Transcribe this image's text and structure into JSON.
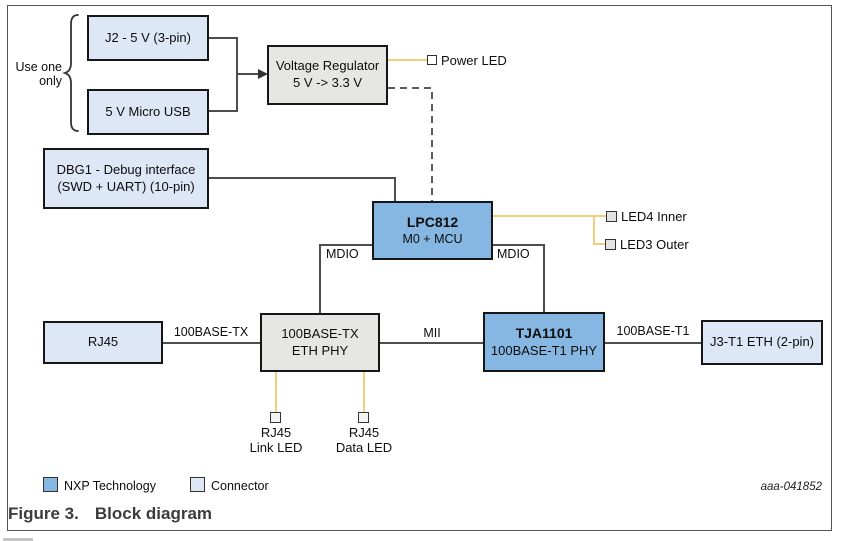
{
  "figure": {
    "caption_label": "Figure 3.",
    "caption_title": "Block diagram",
    "figure_id": "aaa-041852"
  },
  "colors": {
    "nxp_blue": "#85B7E2",
    "connector_blue": "#DDE7F5",
    "block_gray": "#E6E6E4",
    "wire_yellow": "#F0CE7B",
    "wire_gray": "#4D4D4D"
  },
  "power": {
    "use_one_line1": "Use one",
    "use_one_line2": "only",
    "j2_label": "J2 - 5 V (3-pin)",
    "usb_label": "5 V Micro USB",
    "vreg_line1": "Voltage Regulator",
    "vreg_line2": "5 V -> 3.3 V",
    "power_led_label": "Power LED"
  },
  "mcu": {
    "debug_line1": "DBG1 - Debug interface",
    "debug_line2": "(SWD + UART) (10-pin)",
    "lpc_line1": "LPC812",
    "lpc_line2": "M0 + MCU",
    "led4_label": "LED4 Inner",
    "led3_label": "LED3 Outer",
    "mdio_left": "MDIO",
    "mdio_right": "MDIO"
  },
  "ethernet": {
    "rj45_label": "RJ45",
    "bus_100base_tx": "100BASE-TX",
    "ethphy_line1": "100BASE-TX",
    "ethphy_line2": "ETH PHY",
    "bus_mii": "MII",
    "tja_line1": "TJA1101",
    "tja_line2": "100BASE-T1 PHY",
    "bus_100base_t1": "100BASE-T1",
    "j3_label": "J3-T1 ETH (2-pin)",
    "link_led_line1": "RJ45",
    "link_led_line2": "Link LED",
    "data_led_line1": "RJ45",
    "data_led_line2": "Data LED"
  },
  "legend": {
    "items": [
      {
        "label": "NXP Technology",
        "color": "#85B7E2"
      },
      {
        "label": "Connector",
        "color": "#DDE7F5"
      }
    ]
  }
}
